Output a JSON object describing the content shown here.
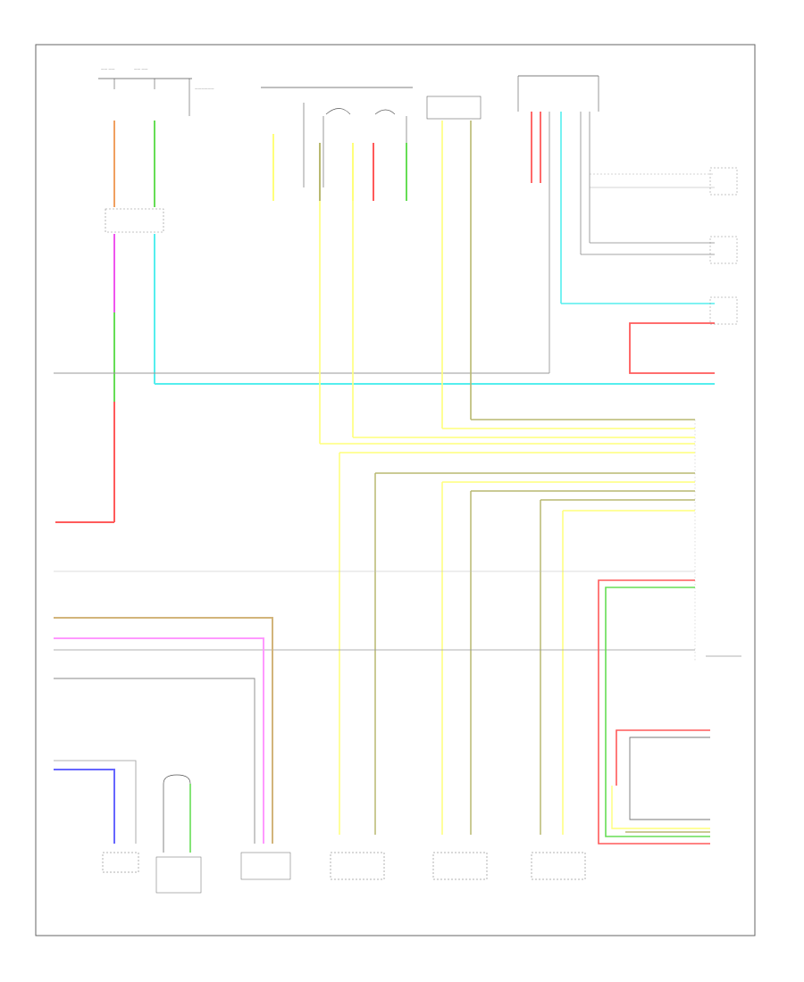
{
  "diagram": {
    "page_id": "",
    "colors": {
      "orange": "#f0a060",
      "green": "#66dd55",
      "magenta": "#ee55ee",
      "cyan": "#55eeee",
      "red": "#ff5a5a",
      "yellow": "#ffff7a",
      "olive": "#b8b870",
      "tan": "#d2b47a",
      "pink": "#ff99ff",
      "blue": "#6666ff",
      "gray": "#999999",
      "black": "#333333"
    },
    "components": [
      "top-left-connector-block",
      "joint-connector",
      "airbag-sensor-assembly",
      "right-side-connectors",
      "bottom-sensors"
    ]
  }
}
